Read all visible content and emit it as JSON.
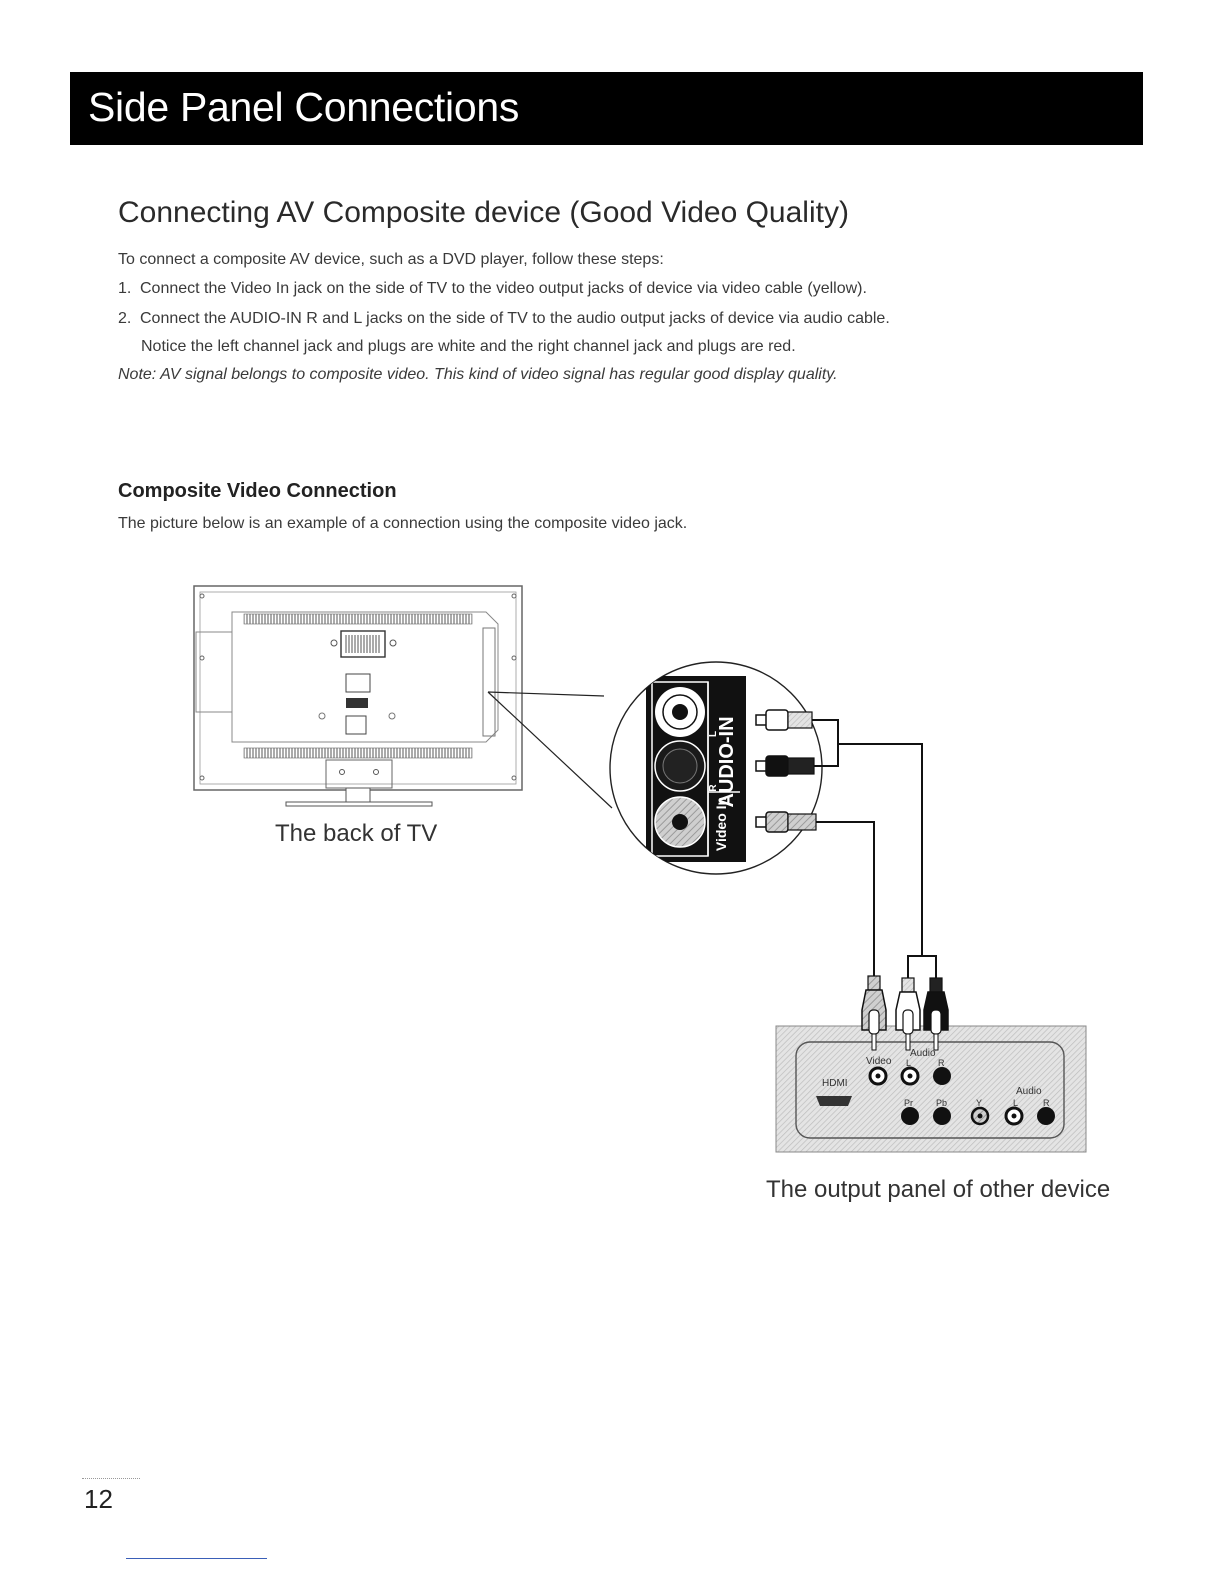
{
  "header": {
    "title": "Side Panel Connections"
  },
  "section": {
    "title": "Connecting AV Composite device (Good Video Quality)",
    "intro": "To connect a composite AV device, such as a DVD player, follow these steps:",
    "steps": [
      {
        "num": "1.",
        "text": "Connect the Video In jack on the side of TV to the video output jacks of device via video cable (yellow)."
      },
      {
        "num": "2.",
        "text": "Connect the AUDIO-IN R and L jacks on the side of TV to the audio output jacks of device via audio cable."
      }
    ],
    "step2_cont": "Notice the left channel jack and plugs are white and the right channel jack and plugs are red.",
    "note": "Note: AV signal belongs to composite video. This kind of video signal has regular good display quality."
  },
  "subsection": {
    "title": "Composite Video Connection",
    "text": "The picture below is an example of a connection using the composite video jack."
  },
  "diagram": {
    "tv_caption": "The back of TV",
    "device_caption": "The output panel of other device",
    "tv_jack_labels": {
      "audio_in": "AUDIO-IN",
      "l": "L",
      "r": "R",
      "video_in": "Video In"
    },
    "device_labels": {
      "hdmi": "HDMI",
      "video": "Video",
      "audio_top": "Audio",
      "l_top": "L",
      "r_top": "R",
      "pr": "Pr",
      "pb": "Pb",
      "y": "Y",
      "audio_bottom": "Audio",
      "l_bottom": "L",
      "r_bottom": "R"
    }
  },
  "footer": {
    "page_number": "12"
  }
}
